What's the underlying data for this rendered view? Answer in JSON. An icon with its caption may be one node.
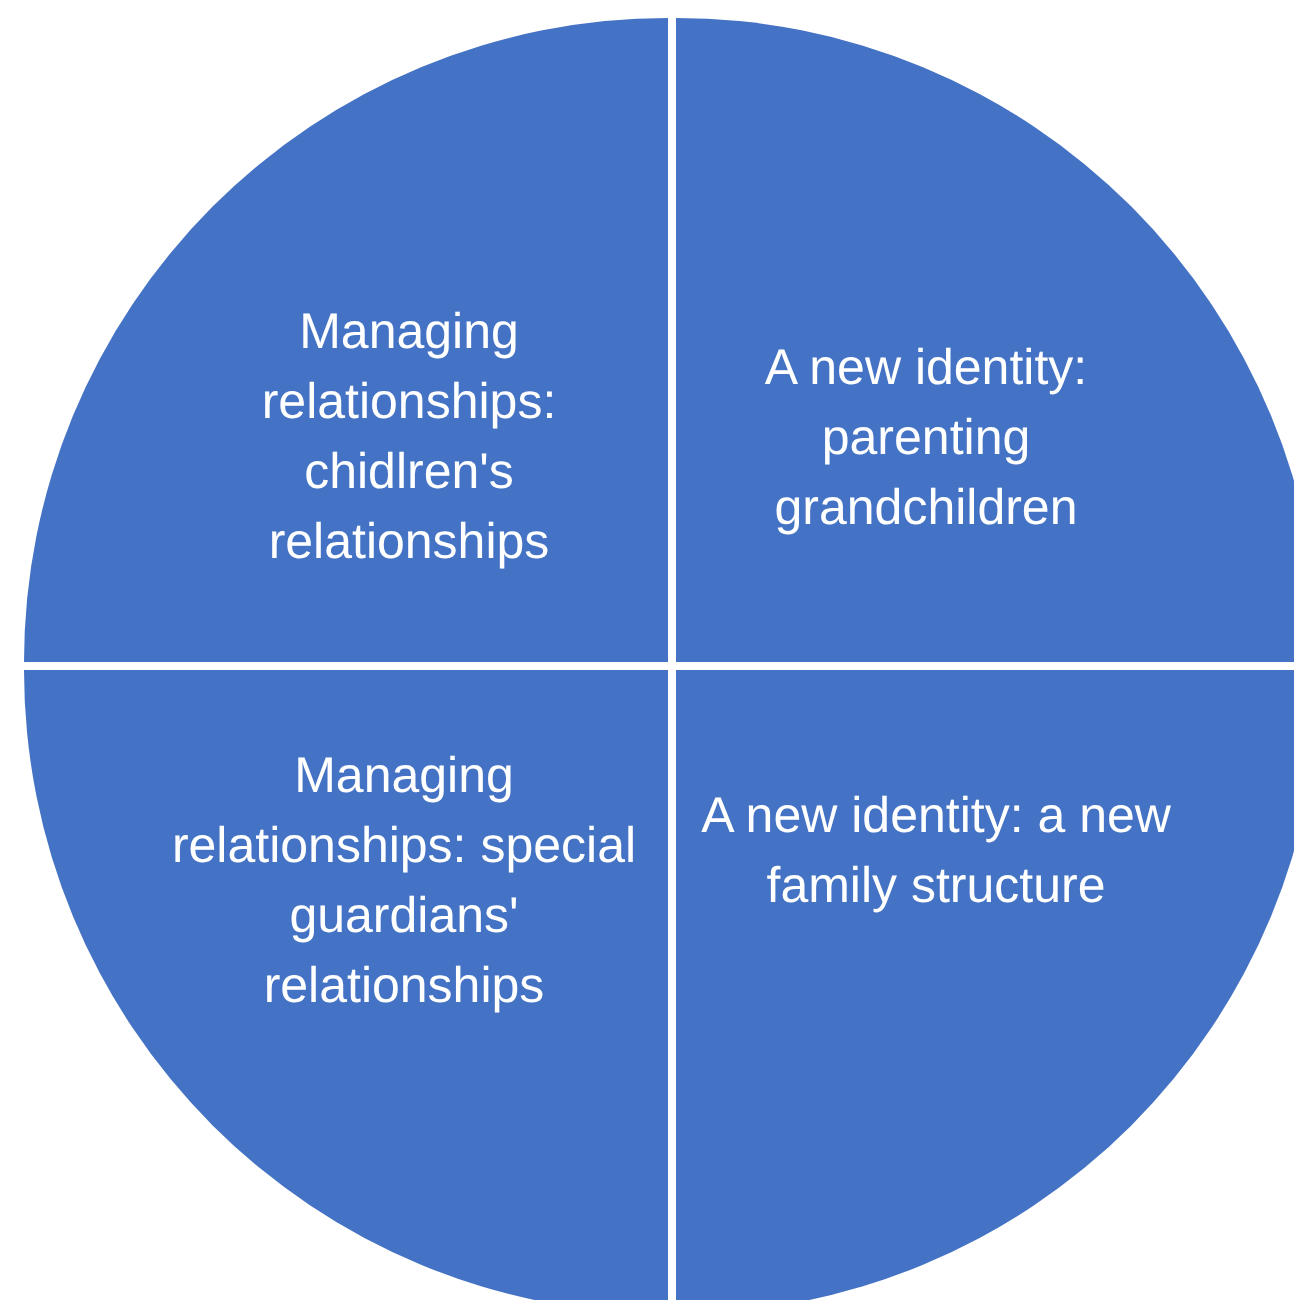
{
  "diagram": {
    "nodes": [
      {
        "text": [
          "Managing relationships: chidlren's relationships"
        ]
      },
      {
        "text": [
          "A new identity: parenting grandchildren"
        ]
      },
      {
        "text": [
          "Managing relationships: special guardians' relationships"
        ]
      },
      {
        "text": [
          "A new identity: a new family structure"
        ]
      }
    ]
  }
}
